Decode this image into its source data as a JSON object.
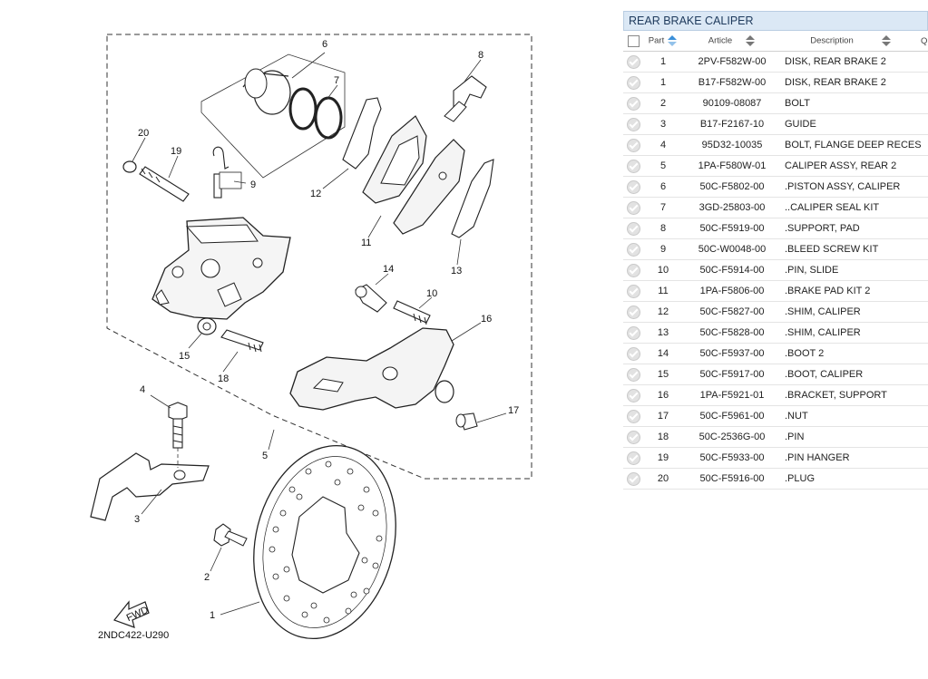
{
  "diagram": {
    "code": "2NDC422-U290",
    "fwd_label": "FWD",
    "callouts": [
      "1",
      "2",
      "3",
      "4",
      "5",
      "6",
      "7",
      "8",
      "9",
      "10",
      "11",
      "12",
      "13",
      "14",
      "15",
      "16",
      "17",
      "18",
      "19",
      "20"
    ]
  },
  "panel": {
    "title": "REAR BRAKE CALIPER",
    "columns": {
      "part": "Part",
      "article": "Article",
      "description": "Description",
      "quantity": "Qu"
    },
    "rows": [
      {
        "part": "1",
        "article": "2PV-F582W-00",
        "description": "DISK, REAR BRAKE 2"
      },
      {
        "part": "1",
        "article": "B17-F582W-00",
        "description": "DISK, REAR BRAKE 2"
      },
      {
        "part": "2",
        "article": "90109-08087",
        "description": "BOLT"
      },
      {
        "part": "3",
        "article": "B17-F2167-10",
        "description": "GUIDE"
      },
      {
        "part": "4",
        "article": "95D32-10035",
        "description": "BOLT, FLANGE DEEP RECESS"
      },
      {
        "part": "5",
        "article": "1PA-F580W-01",
        "description": "CALIPER ASSY, REAR 2"
      },
      {
        "part": "6",
        "article": "50C-F5802-00",
        "description": ".PISTON ASSY, CALIPER"
      },
      {
        "part": "7",
        "article": "3GD-25803-00",
        "description": "..CALIPER SEAL KIT"
      },
      {
        "part": "8",
        "article": "50C-F5919-00",
        "description": ".SUPPORT, PAD"
      },
      {
        "part": "9",
        "article": "50C-W0048-00",
        "description": ".BLEED SCREW KIT"
      },
      {
        "part": "10",
        "article": "50C-F5914-00",
        "description": ".PIN, SLIDE"
      },
      {
        "part": "11",
        "article": "1PA-F5806-00",
        "description": ".BRAKE PAD KIT 2"
      },
      {
        "part": "12",
        "article": "50C-F5827-00",
        "description": ".SHIM, CALIPER"
      },
      {
        "part": "13",
        "article": "50C-F5828-00",
        "description": ".SHIM, CALIPER"
      },
      {
        "part": "14",
        "article": "50C-F5937-00",
        "description": ".BOOT 2"
      },
      {
        "part": "15",
        "article": "50C-F5917-00",
        "description": ".BOOT, CALIPER"
      },
      {
        "part": "16",
        "article": "1PA-F5921-01",
        "description": ".BRACKET, SUPPORT"
      },
      {
        "part": "17",
        "article": "50C-F5961-00",
        "description": ".NUT"
      },
      {
        "part": "18",
        "article": "50C-2536G-00",
        "description": ".PIN"
      },
      {
        "part": "19",
        "article": "50C-F5933-00",
        "description": ".PIN HANGER"
      },
      {
        "part": "20",
        "article": "50C-F5916-00",
        "description": ".PLUG"
      }
    ]
  },
  "icons": {
    "row_check": "check-circle-icon",
    "sort": "sort-arrows-icon",
    "select_all": "checkbox-icon"
  },
  "colors": {
    "header_bg": "#dbe8f5",
    "title_text": "#1e3a5c",
    "sort_active": "#3b8fd9",
    "sort_inactive": "#777777"
  }
}
